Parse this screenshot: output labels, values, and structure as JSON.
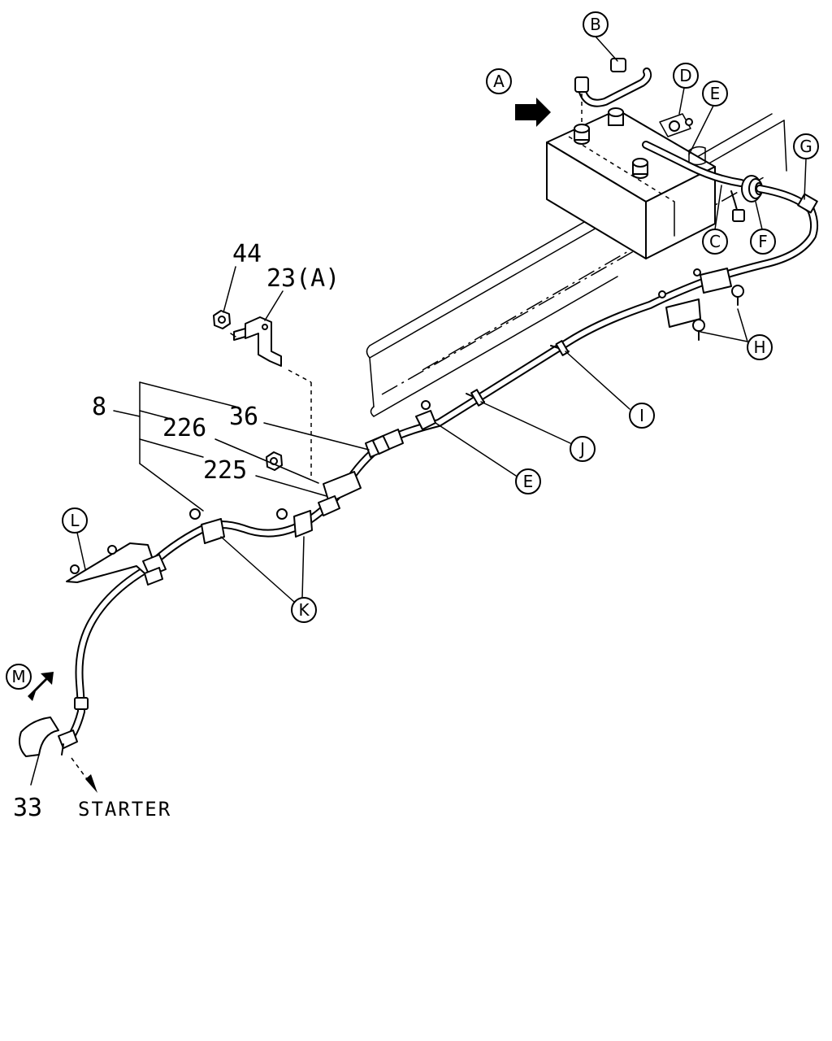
{
  "callouts": {
    "A": "A",
    "B": "B",
    "C": "C",
    "D": "D",
    "E": "E",
    "E2": "E",
    "F": "F",
    "G": "G",
    "H": "H",
    "I": "I",
    "J": "J",
    "K": "K",
    "L": "L",
    "M": "M"
  },
  "part_numbers": {
    "p44": "44",
    "p23a": "23(A)",
    "p8": "8",
    "p36": "36",
    "p226": "226",
    "p225": "225",
    "p33": "33"
  },
  "notes": {
    "starter": "STARTER"
  }
}
